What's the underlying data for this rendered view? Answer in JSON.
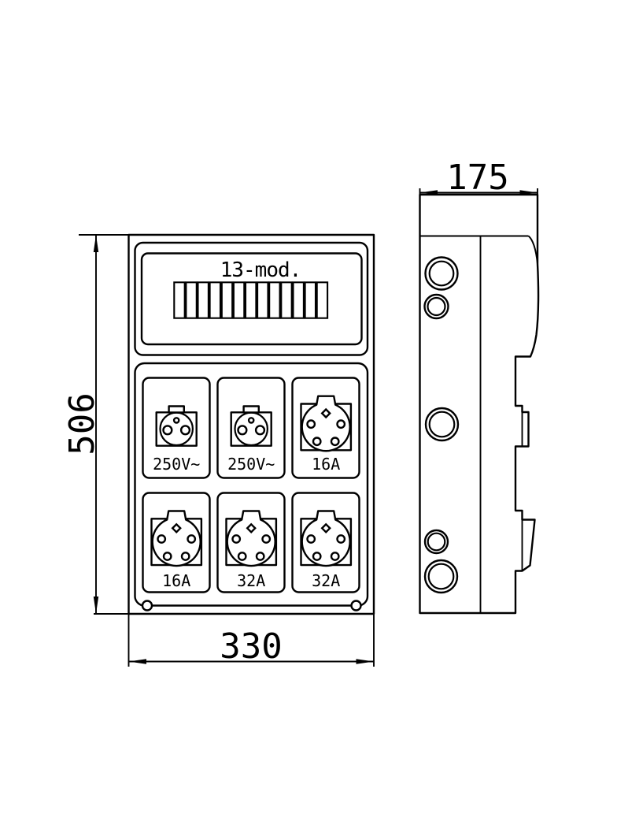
{
  "drawing": {
    "front_view": {
      "module_window": {
        "label": "13-mod.",
        "module_count": 13
      },
      "sockets": [
        {
          "label": "250V~",
          "icon": "schuko-socket-icon"
        },
        {
          "label": "250V~",
          "icon": "schuko-socket-icon"
        },
        {
          "label": "16A",
          "icon": "cee-socket-icon"
        },
        {
          "label": "16A",
          "icon": "cee-socket-icon"
        },
        {
          "label": "32A",
          "icon": "cee-socket-icon"
        },
        {
          "label": "32A",
          "icon": "cee-socket-icon"
        }
      ]
    },
    "dimensions": {
      "height": "506",
      "width": "330",
      "depth": "175"
    },
    "colors": {
      "line": "#000000",
      "background": "#ffffff"
    }
  }
}
